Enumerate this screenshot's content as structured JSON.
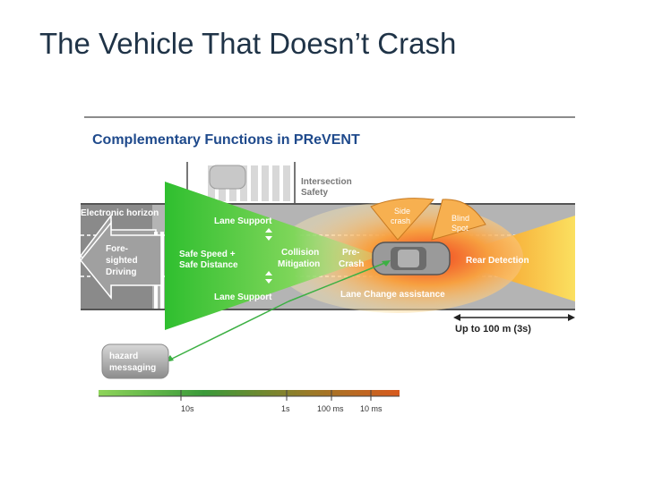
{
  "slide": {
    "title": "The Vehicle That Doesn’t Crash"
  },
  "figure": {
    "heading": "Complementary Functions in PReVENT",
    "labels": {
      "intersection_line1": "Intersection",
      "intersection_line2": "Safety",
      "electronic_horizon": "Electronic horizon",
      "side_crash_line1": "Side",
      "side_crash_line2": "crash",
      "blind_spot_line1": "Blind",
      "blind_spot_line2": "Spot",
      "lane_support_top": "Lane Support",
      "safe_speed_line1": "Safe Speed +",
      "safe_speed_line2": "Safe Distance",
      "collision_line1": "Collision",
      "collision_line2": "Mitigation",
      "precrash_line1": "Pre-",
      "precrash_line2": "Crash",
      "rear_detection": "Rear Detection",
      "foresighted_line1": "Fore-",
      "foresighted_line2": "sighted",
      "foresighted_line3": "Driving",
      "lane_support_bottom": "Lane Support",
      "lane_change": "Lane Change assistance",
      "range": "Up to 100 m (3s)",
      "hazard_line1": "hazard",
      "hazard_line2": "messaging"
    },
    "timeline": [
      "10s",
      "1s",
      "100 ms",
      "10 ms"
    ]
  }
}
